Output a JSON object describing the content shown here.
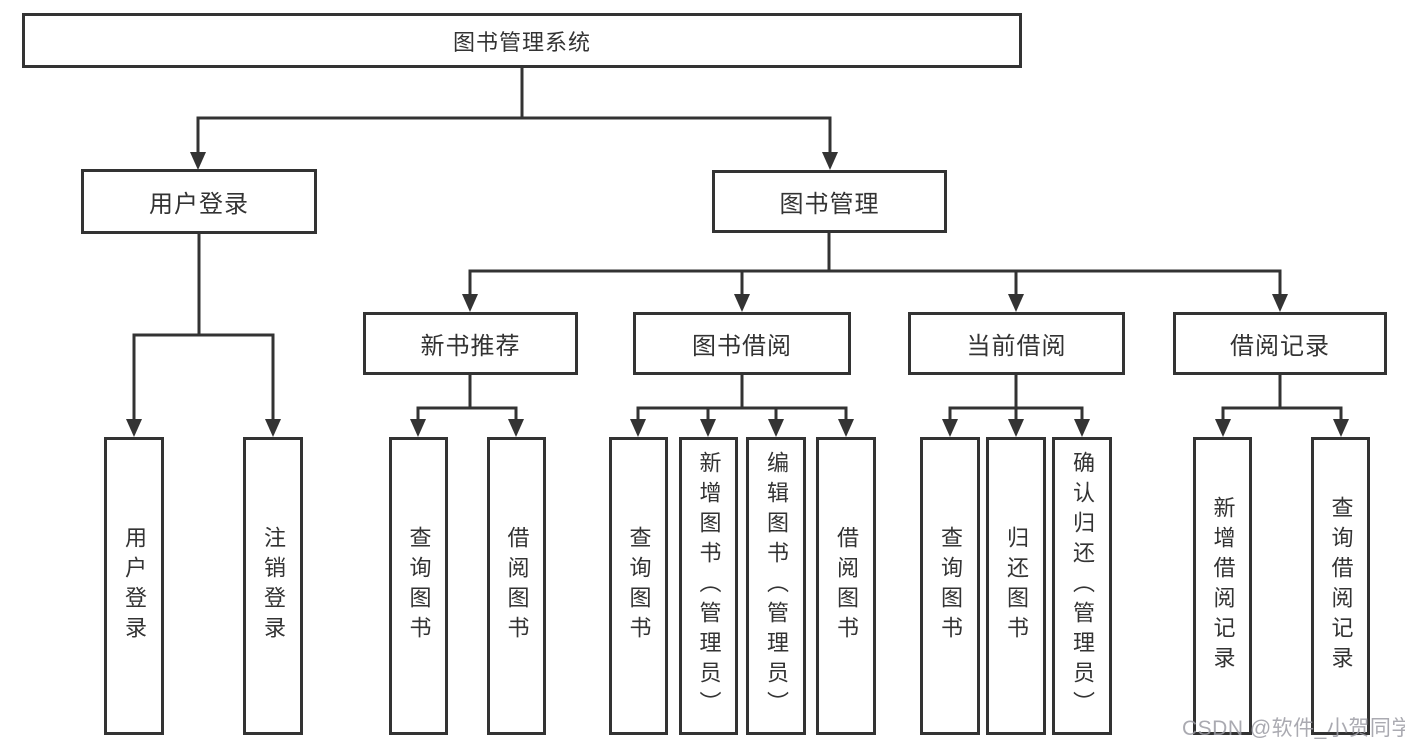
{
  "tree": {
    "label": "图书管理系统",
    "children": [
      {
        "label": "用户登录",
        "children": [
          {
            "label": "用户登录"
          },
          {
            "label": "注销登录"
          }
        ]
      },
      {
        "label": "图书管理",
        "children": [
          {
            "label": "新书推荐",
            "children": [
              {
                "label": "查询图书"
              },
              {
                "label": "借阅图书"
              }
            ]
          },
          {
            "label": "图书借阅",
            "children": [
              {
                "label": "查询图书"
              },
              {
                "label": "新增图书（管理员）"
              },
              {
                "label": "编辑图书（管理员）"
              },
              {
                "label": "借阅图书"
              }
            ]
          },
          {
            "label": "当前借阅",
            "children": [
              {
                "label": "查询图书"
              },
              {
                "label": "归还图书"
              },
              {
                "label": "确认归还（管理员）"
              }
            ]
          },
          {
            "label": "借阅记录",
            "children": [
              {
                "label": "新增借阅记录"
              },
              {
                "label": "查询借阅记录"
              }
            ]
          }
        ]
      }
    ]
  },
  "watermark": {
    "text": "CSDN @软件_小贺同学"
  },
  "colors": {
    "line": "#333333",
    "text": "#333333",
    "background": "#ffffff",
    "watermark": "#9c9ca4"
  }
}
